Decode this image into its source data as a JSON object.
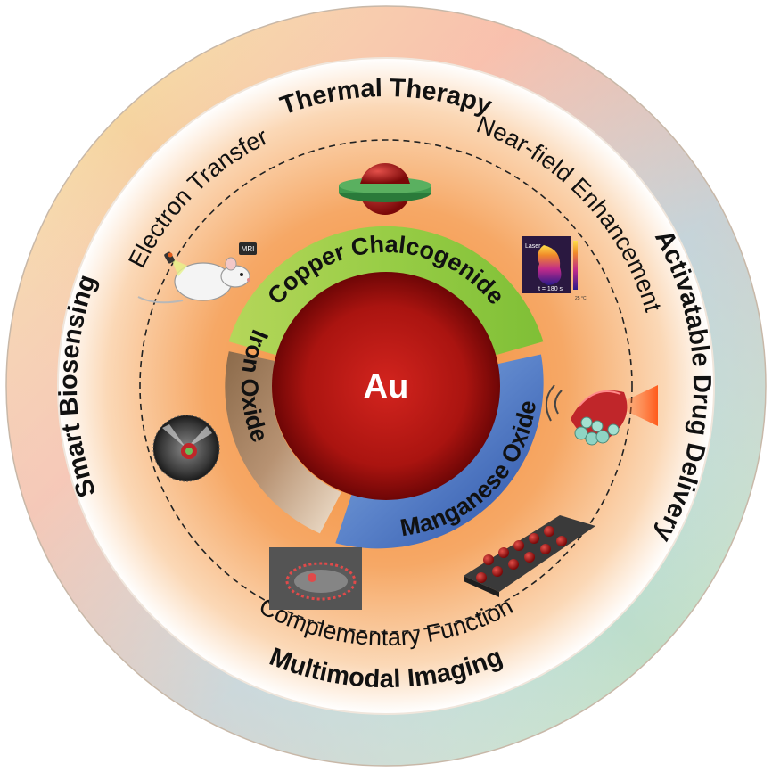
{
  "center": {
    "label": "Au"
  },
  "outer_ring": [
    {
      "label": "Thermal Therapy"
    },
    {
      "label": "Activatable Drug Delivery"
    },
    {
      "label": "Multimodal Imaging"
    },
    {
      "label": "Smart Biosensing"
    }
  ],
  "mechanisms": {
    "electron_transfer": "Electron Transfer",
    "near_field": "Near-field Enhancement",
    "complementary": "Complementary Function"
  },
  "segments": {
    "copper": "Copper Chalcogenide",
    "manganese": "Manganese Oxide",
    "iron": "Iron Oxide"
  },
  "insets": {
    "mri_tag": "MRI",
    "laser_tag": "Laser",
    "time_tag": "t = 180 s",
    "temp_tag": "25 °C"
  },
  "colors": {
    "outer_top": "#f6b8a6",
    "outer_right": "#a9d6e6",
    "outer_bottom": "#cfe2b8",
    "outer_left": "#f1e7a8",
    "middle_fill": "#f7a35e",
    "center_core": "#a10c0c",
    "copper_segment": "#9ccc44",
    "manganese_segment": "#4d74c0",
    "iron_segment": "#a88462"
  }
}
